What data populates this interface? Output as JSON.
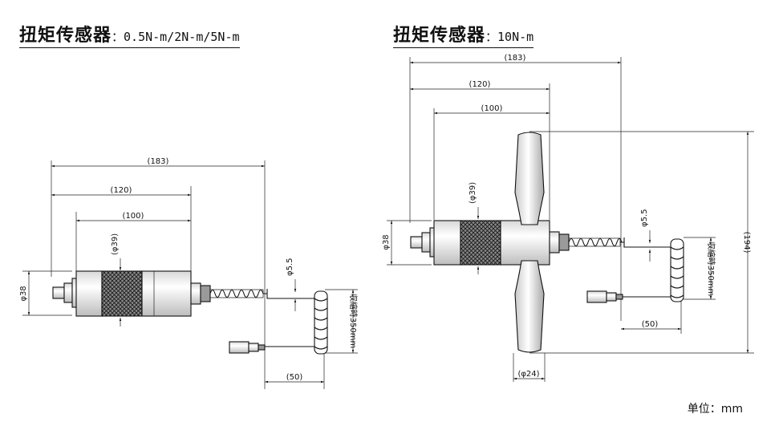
{
  "titles": {
    "left_name": "扭矩传感器",
    "left_spec": "：0.5N-m/2N-m/5N-m",
    "right_name": "扭矩传感器",
    "right_spec": "：10N-m"
  },
  "unit_note": "单位：mm",
  "left_drawing": {
    "dim_183": "(183)",
    "dim_120": "(120)",
    "dim_100": "(100)",
    "dim_phi39": "(φ39)",
    "dim_phi38": "φ38",
    "dim_phi5_5": "φ5.5",
    "dim_350": "収縮時350mm",
    "dim_50": "(50)"
  },
  "right_drawing": {
    "dim_183": "(183)",
    "dim_120": "(120)",
    "dim_100": "(100)",
    "dim_phi39": "(φ39)",
    "dim_phi38": "φ38",
    "dim_phi5_5": "φ5.5",
    "dim_350": "収縮時350mm",
    "dim_50": "(50)",
    "dim_194": "(194)",
    "dim_phi24": "(φ24)"
  },
  "colors": {
    "line": "#111111",
    "body_fill": "#f4f4f4",
    "knurl_fill": "#555555",
    "background": "#ffffff"
  }
}
